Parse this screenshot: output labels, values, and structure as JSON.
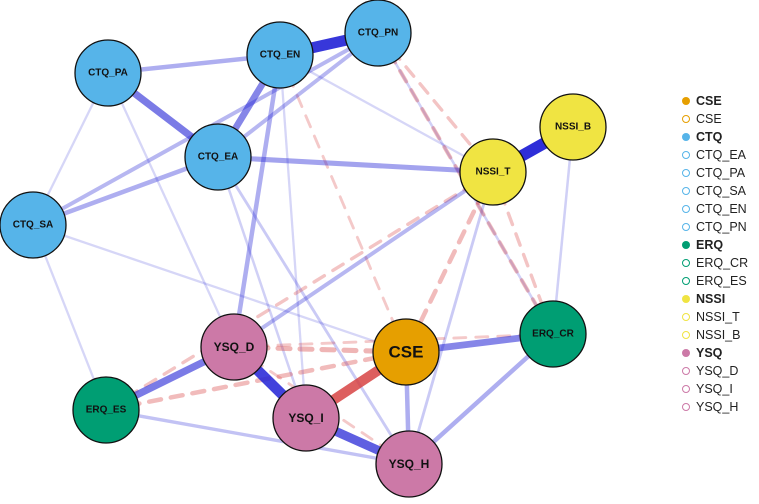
{
  "nodes": [
    {
      "id": "CTQ_PN",
      "label": "CTQ_PN",
      "group": "CTQ"
    },
    {
      "id": "CTQ_EN",
      "label": "CTQ_EN",
      "group": "CTQ"
    },
    {
      "id": "CTQ_PA",
      "label": "CTQ_PA",
      "group": "CTQ"
    },
    {
      "id": "CTQ_EA",
      "label": "CTQ_EA",
      "group": "CTQ"
    },
    {
      "id": "CTQ_SA",
      "label": "CTQ_SA",
      "group": "CTQ"
    },
    {
      "id": "NSSI_B",
      "label": "NSSI_B",
      "group": "NSSI"
    },
    {
      "id": "NSSI_T",
      "label": "NSSI_T",
      "group": "NSSI"
    },
    {
      "id": "YSQ_D",
      "label": "YSQ_D",
      "group": "YSQ"
    },
    {
      "id": "CSE",
      "label": "CSE",
      "group": "CSE"
    },
    {
      "id": "ERQ_CR",
      "label": "ERQ_CR",
      "group": "ERQ"
    },
    {
      "id": "ERQ_ES",
      "label": "ERQ_ES",
      "group": "ERQ"
    },
    {
      "id": "YSQ_I",
      "label": "YSQ_I",
      "group": "YSQ"
    },
    {
      "id": "YSQ_H",
      "label": "YSQ_H",
      "group": "YSQ"
    }
  ],
  "edges": [
    {
      "source": "CTQ_EN",
      "target": "CTQ_PN",
      "weight": 0.9,
      "sign": "positive"
    },
    {
      "source": "NSSI_B",
      "target": "NSSI_T",
      "weight": 0.95,
      "sign": "positive"
    },
    {
      "source": "YSQ_D",
      "target": "YSQ_I",
      "weight": 0.85,
      "sign": "positive"
    },
    {
      "source": "YSQ_I",
      "target": "YSQ_H",
      "weight": 0.7,
      "sign": "positive"
    },
    {
      "source": "CSE",
      "target": "YSQ_I",
      "weight": 0.8,
      "sign": "negative"
    },
    {
      "source": "CTQ_PA",
      "target": "CTQ_EA",
      "weight": 0.55,
      "sign": "positive"
    },
    {
      "source": "CTQ_EN",
      "target": "CTQ_EA",
      "weight": 0.5,
      "sign": "positive"
    },
    {
      "source": "YSQ_D",
      "target": "ERQ_ES",
      "weight": 0.55,
      "sign": "positive"
    },
    {
      "source": "CSE",
      "target": "ERQ_CR",
      "weight": 0.5,
      "sign": "positive"
    },
    {
      "source": "CTQ_EA",
      "target": "NSSI_T",
      "weight": 0.35,
      "sign": "positive"
    },
    {
      "source": "CTQ_PA",
      "target": "CTQ_EN",
      "weight": 0.3,
      "sign": "positive"
    },
    {
      "source": "CTQ_EN",
      "target": "YSQ_D",
      "weight": 0.3,
      "sign": "positive"
    },
    {
      "source": "CTQ_EA",
      "target": "CTQ_SA",
      "weight": 0.3,
      "sign": "positive"
    },
    {
      "source": "CTQ_PN",
      "target": "CTQ_SA",
      "weight": 0.25,
      "sign": "positive"
    },
    {
      "source": "CTQ_PN",
      "target": "CTQ_EA",
      "weight": 0.25,
      "sign": "positive"
    },
    {
      "source": "ERQ_CR",
      "target": "YSQ_H",
      "weight": 0.3,
      "sign": "positive"
    },
    {
      "source": "CSE",
      "target": "YSQ_H",
      "weight": 0.3,
      "sign": "positive"
    },
    {
      "source": "NSSI_T",
      "target": "YSQ_D",
      "weight": 0.25,
      "sign": "positive"
    },
    {
      "source": "ERQ_ES",
      "target": "YSQ_H",
      "weight": 0.2,
      "sign": "positive"
    },
    {
      "source": "NSSI_T",
      "target": "YSQ_H",
      "weight": 0.15,
      "sign": "positive"
    },
    {
      "source": "CTQ_EA",
      "target": "YSQ_H",
      "weight": 0.15,
      "sign": "positive"
    },
    {
      "source": "CTQ_EA",
      "target": "YSQ_I",
      "weight": 0.12,
      "sign": "positive"
    },
    {
      "source": "CTQ_SA",
      "target": "CSE",
      "weight": 0.1,
      "sign": "positive"
    },
    {
      "source": "CTQ_PN",
      "target": "ERQ_CR",
      "weight": 0.12,
      "sign": "positive"
    },
    {
      "source": "CTQ_EN",
      "target": "YSQ_I",
      "weight": 0.1,
      "sign": "positive"
    },
    {
      "source": "CTQ_SA",
      "target": "ERQ_ES",
      "weight": 0.1,
      "sign": "positive"
    },
    {
      "source": "CTQ_PA",
      "target": "YSQ_D",
      "weight": 0.1,
      "sign": "positive"
    },
    {
      "source": "CTQ_PA",
      "target": "CTQ_SA",
      "weight": 0.1,
      "sign": "positive"
    },
    {
      "source": "CTQ_EN",
      "target": "NSSI_T",
      "weight": 0.1,
      "sign": "positive"
    },
    {
      "source": "NSSI_B",
      "target": "ERQ_CR",
      "weight": 0.12,
      "sign": "positive"
    },
    {
      "source": "YSQ_D",
      "target": "CSE",
      "weight": 0.35,
      "sign": "negative"
    },
    {
      "source": "ERQ_ES",
      "target": "CSE",
      "weight": 0.3,
      "sign": "negative"
    },
    {
      "source": "NSSI_T",
      "target": "CSE",
      "weight": 0.3,
      "sign": "negative"
    },
    {
      "source": "CTQ_PN",
      "target": "ERQ_CR",
      "weight": 0.25,
      "sign": "negative"
    },
    {
      "source": "CTQ_PN",
      "target": "NSSI_T",
      "weight": 0.2,
      "sign": "negative"
    },
    {
      "source": "NSSI_T",
      "target": "ERQ_CR",
      "weight": 0.2,
      "sign": "negative"
    },
    {
      "source": "NSSI_T",
      "target": "ERQ_ES",
      "weight": 0.2,
      "sign": "negative"
    },
    {
      "source": "YSQ_D",
      "target": "ERQ_CR",
      "weight": 0.15,
      "sign": "negative"
    },
    {
      "source": "CTQ_EN",
      "target": "CSE",
      "weight": 0.15,
      "sign": "negative"
    },
    {
      "source": "YSQ_D",
      "target": "YSQ_H",
      "weight": 0.15,
      "sign": "negative"
    }
  ],
  "legend": [
    {
      "label": "CSE",
      "kind": "group",
      "color": "#E69F00"
    },
    {
      "label": "CSE",
      "kind": "item",
      "color": "#E69F00"
    },
    {
      "label": "CTQ",
      "kind": "group",
      "color": "#56B4E9"
    },
    {
      "label": "CTQ_EA",
      "kind": "item",
      "color": "#56B4E9"
    },
    {
      "label": "CTQ_PA",
      "kind": "item",
      "color": "#56B4E9"
    },
    {
      "label": "CTQ_SA",
      "kind": "item",
      "color": "#56B4E9"
    },
    {
      "label": "CTQ_EN",
      "kind": "item",
      "color": "#56B4E9"
    },
    {
      "label": "CTQ_PN",
      "kind": "item",
      "color": "#56B4E9"
    },
    {
      "label": "ERQ",
      "kind": "group",
      "color": "#009E73"
    },
    {
      "label": "ERQ_CR",
      "kind": "item",
      "color": "#009E73"
    },
    {
      "label": "ERQ_ES",
      "kind": "item",
      "color": "#009E73"
    },
    {
      "label": "NSSI",
      "kind": "group",
      "color": "#F0E442"
    },
    {
      "label": "NSSI_T",
      "kind": "item",
      "color": "#F0E442"
    },
    {
      "label": "NSSI_B",
      "kind": "item",
      "color": "#F0E442"
    },
    {
      "label": "YSQ",
      "kind": "group",
      "color": "#CC79A7"
    },
    {
      "label": "YSQ_D",
      "kind": "item",
      "color": "#CC79A7"
    },
    {
      "label": "YSQ_I",
      "kind": "item",
      "color": "#CC79A7"
    },
    {
      "label": "YSQ_H",
      "kind": "item",
      "color": "#CC79A7"
    }
  ],
  "colors": {
    "CSE": "#E69F00",
    "CTQ": "#56B4E9",
    "ERQ": "#009E73",
    "NSSI": "#F0E442",
    "YSQ": "#CC79A7",
    "positive_edge": "#2323D6",
    "negative_edge": "#D63C3C"
  }
}
